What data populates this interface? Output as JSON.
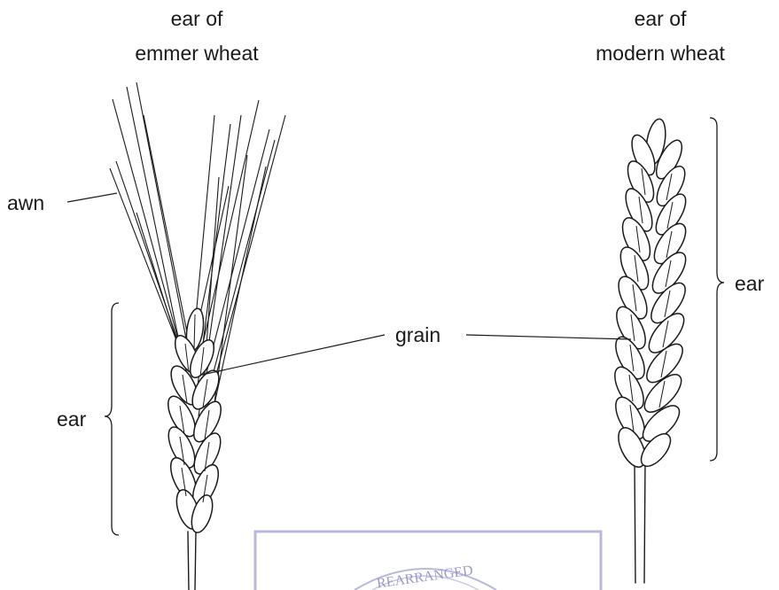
{
  "labels": {
    "emmer_title_line1": "ear of",
    "emmer_title_line2": "emmer wheat",
    "modern_title_line1": "ear of",
    "modern_title_line2": "modern wheat",
    "awn": "awn",
    "ear_left": "ear",
    "ear_right": "ear",
    "grain": "grain"
  },
  "watermark": {
    "text": "REARRANGED",
    "color": "#6a6ab0"
  }
}
